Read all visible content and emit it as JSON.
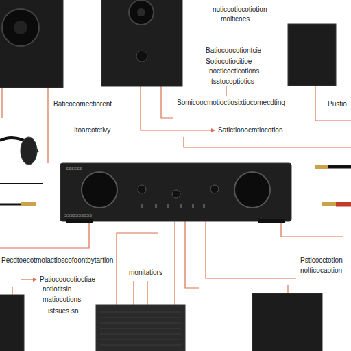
{
  "diagram": {
    "labels": [
      "nuticcotiocotiotion",
      "molticoes",
      "Batiocoocotiontcie",
      "Sotiocotiocitioe",
      "nocticocticotions",
      "tsstocoptiotics",
      "Baticocomectiorent",
      "Itoarcotctivy",
      "Somicoocmotioctiosixtiocomecdting",
      "Satictionocmtiocotion",
      "Pustio",
      "Pecdtoecotmoiactioscofoontbytartion",
      "Patiocoocotioctiae",
      "notiotitsin",
      "matiocotions",
      "istsues sn",
      "monitatiors",
      "Psticocctotion",
      "nolticocaotion",
      "SSSSSS",
      "SSSSSSSSSS"
    ]
  }
}
